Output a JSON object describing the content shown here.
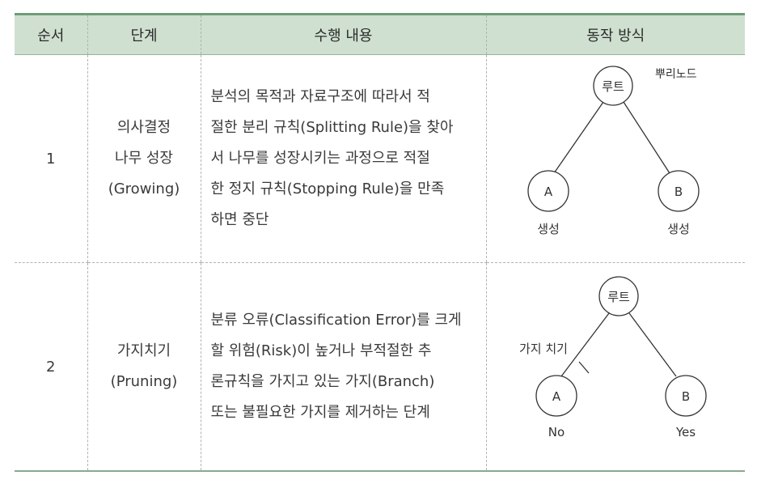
{
  "headers": {
    "order": "순서",
    "stage": "단계",
    "content": "수행 내용",
    "method": "동작 방식"
  },
  "rows": [
    {
      "order": "1",
      "stage_lines": [
        "의사결정",
        "나무 성장",
        "(Growing)"
      ],
      "desc_lines": [
        "분석의 목적과 자료구조에 따라서 적",
        "절한 분리 규칙(Splitting Rule)을 찾아",
        "서 나무를 성장시키는 과정으로 적절",
        "한 정지 규칙(Stopping Rule)을 만족",
        "하면 중단"
      ],
      "diagram": {
        "root": "루트",
        "root_note": "뿌리노드",
        "left": "A",
        "right": "B",
        "left_caption": "생성",
        "right_caption": "생성"
      }
    },
    {
      "order": "2",
      "stage_lines": [
        "가지치기",
        "(Pruning)"
      ],
      "desc_lines": [
        "분류 오류(Classification Error)를 크게",
        "할 위험(Risk)이 높거나 부적절한 추",
        "론규칙을 가지고 있는 가지(Branch)",
        "또는 불필요한 가지를 제거하는 단계"
      ],
      "diagram": {
        "root": "루트",
        "cut_label": "가지 치기",
        "left": "A",
        "right": "B",
        "left_caption": "No",
        "right_caption": "Yes"
      }
    }
  ]
}
